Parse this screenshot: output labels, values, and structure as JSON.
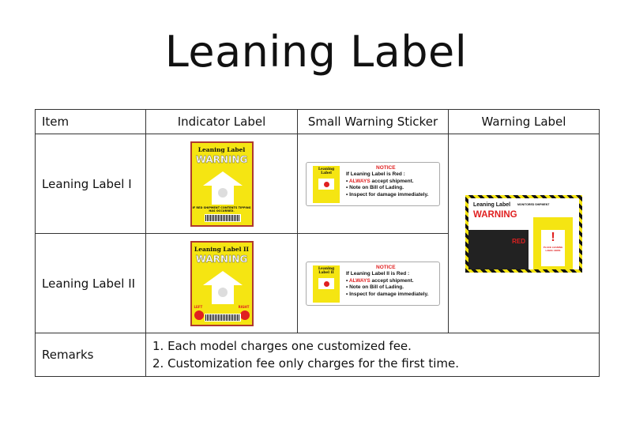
{
  "title": "Leaning Label",
  "table": {
    "headers": [
      "Item",
      "Indicator Label",
      "Small Warning Sticker",
      "Warning Label"
    ],
    "rows": [
      {
        "item": "Leaning Label I"
      },
      {
        "item": "Leaning Label II"
      }
    ],
    "remarks_label": "Remarks",
    "remarks": [
      "1. Each model charges one customized fee.",
      "2. Customization fee only charges for the first time."
    ]
  },
  "indicator": {
    "l1_title": "Leaning Label",
    "l2_title": "Leaning Label II",
    "warning": "WARNING",
    "l1_note": "IF RED SHIPMENT CONTENTS TIPPING HAS OCCURRED.",
    "left": "LEFT",
    "right": "RIGHT"
  },
  "sticker": {
    "notice": "NOTICE",
    "l1_line1": "If Leaning Label is Red :",
    "l2_line1": "If Leaning Label II is Red :",
    "always": "ALWAYS",
    "line2": " accept shipment.",
    "line3": "• Note on Bill of Lading.",
    "line4": "• Inspect for damage immediately.",
    "l1_title": "Leaning Label",
    "l2_title": "Leaning Label II"
  },
  "warning_label": {
    "title": "Leaning Label",
    "warning": "WARNING",
    "monitored": "MONITORED SHIPMENT",
    "red": "RED",
    "exclaim": "!",
    "place": "PLACE LEANING LABEL HERE"
  }
}
